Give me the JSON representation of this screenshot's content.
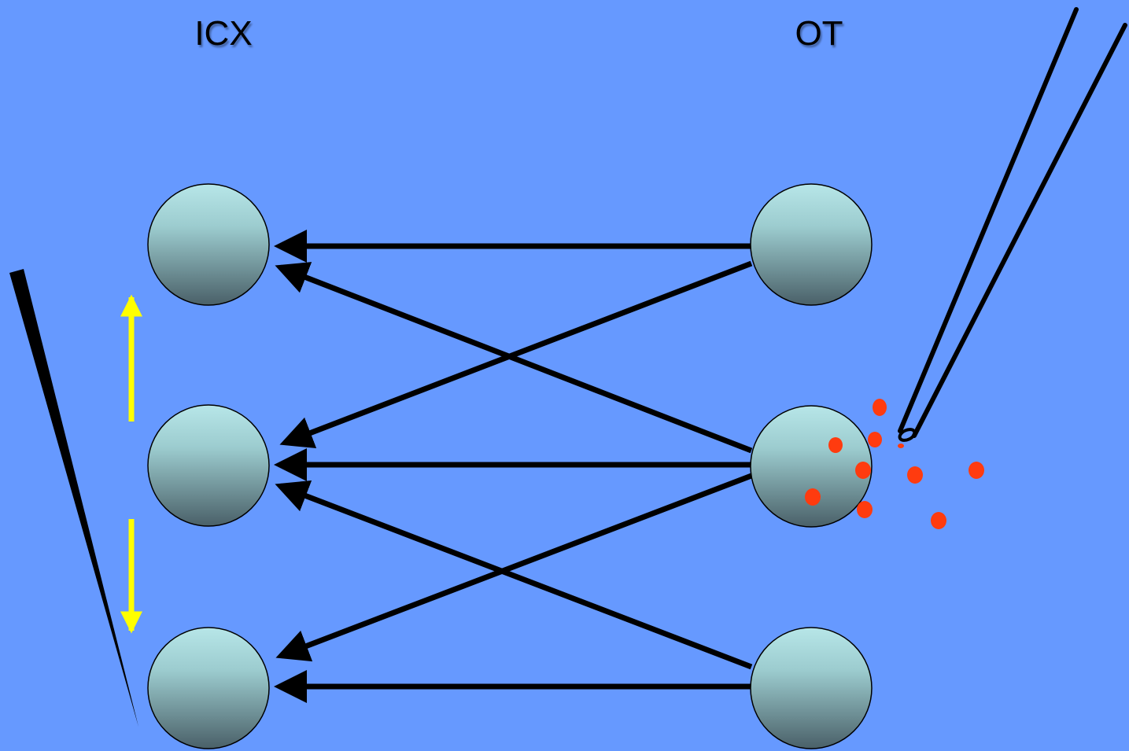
{
  "labels": {
    "left": "ICX",
    "right": "OT"
  },
  "colors": {
    "background": "#6699ff",
    "neuron_top": "#b7e6e8",
    "neuron_bottom": "#4a6068",
    "connection": "#000000",
    "shift_arrow": "#ffff00",
    "drug_dots": "#ff3b0f"
  },
  "neurons": {
    "icx": [
      "icx-neuron-top",
      "icx-neuron-middle",
      "icx-neuron-bottom"
    ],
    "ot": [
      "ot-neuron-top",
      "ot-neuron-middle",
      "ot-neuron-bottom"
    ]
  },
  "connections": [
    {
      "from": "ot-neuron-top",
      "to": "icx-neuron-top"
    },
    {
      "from": "ot-neuron-top",
      "to": "icx-neuron-middle"
    },
    {
      "from": "ot-neuron-middle",
      "to": "icx-neuron-top"
    },
    {
      "from": "ot-neuron-middle",
      "to": "icx-neuron-middle"
    },
    {
      "from": "ot-neuron-middle",
      "to": "icx-neuron-bottom"
    },
    {
      "from": "ot-neuron-bottom",
      "to": "icx-neuron-middle"
    },
    {
      "from": "ot-neuron-bottom",
      "to": "icx-neuron-bottom"
    }
  ]
}
